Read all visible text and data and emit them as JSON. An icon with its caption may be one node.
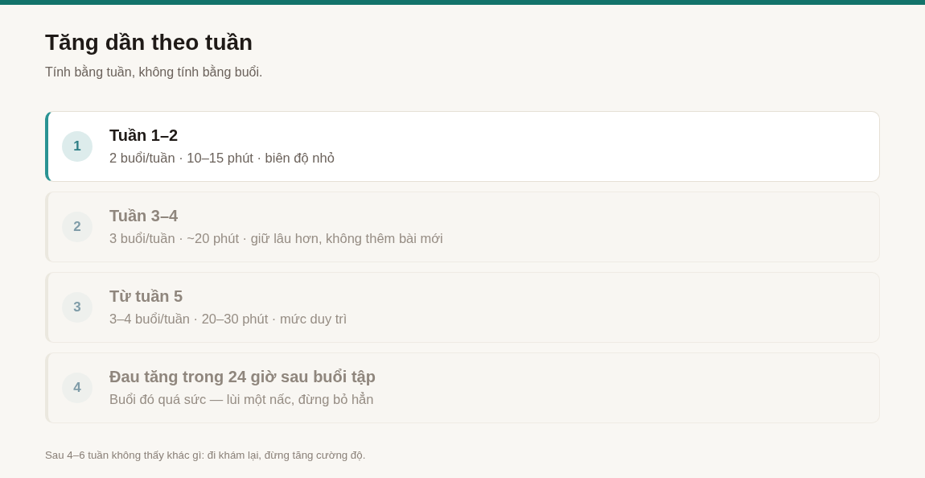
{
  "diagram": {
    "title": "Tăng dần theo tuần",
    "caption": "Sau 4–6 tuần không thấy khác gì: đi khám lại, đừng tăng cường độ.",
    "nodes": [
      {
        "text": [
          "Tuần 1–2",
          "2 buổi/tuần · 10–15 phút · biên độ nhỏ"
        ]
      },
      {
        "text": [
          "1"
        ],
        "in": 0
      },
      {
        "text": [
          "Tuần 3–4",
          "3 buổi/tuần · ~20 phút · giữ lâu hơn, không thêm bài mới"
        ]
      },
      {
        "text": [
          "2"
        ],
        "in": 2
      },
      {
        "text": [
          "Từ tuần 5",
          "3–4 buổi/tuần · 20–30 phút · mức duy trì"
        ]
      },
      {
        "text": [
          "3"
        ],
        "in": 4
      },
      {
        "text": [
          "Đau tăng trong 24 giờ sau buổi tập",
          "Buổi đó quá sức — lùi một nấc, đừng bỏ hẳn"
        ]
      },
      {
        "text": [
          "4"
        ],
        "in": 6
      }
    ],
    "labels": [
      "Tính bằng tuần, không tính bằng buổi."
    ]
  }
}
